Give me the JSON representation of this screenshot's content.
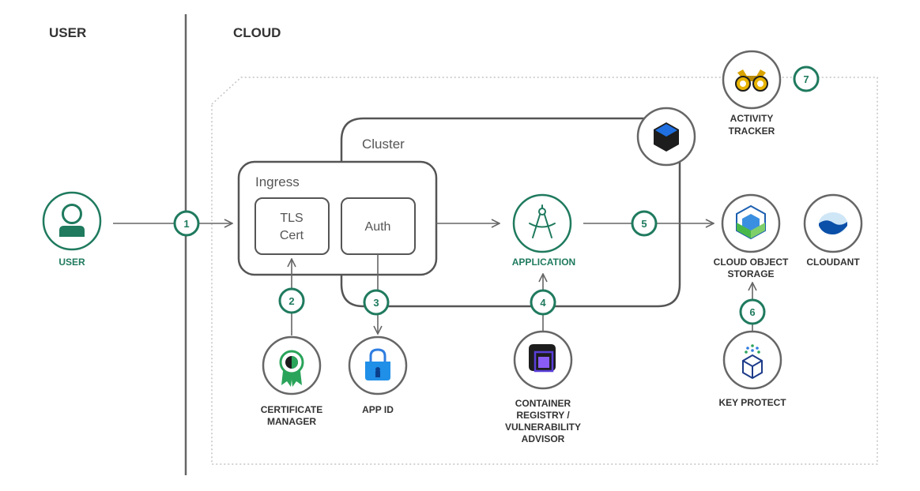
{
  "colors": {
    "accent": "#1f7a5e",
    "line": "#666666",
    "box": "#555555",
    "dotted": "#c4c4c4",
    "text": "#333333"
  },
  "zones": {
    "user_title": "USER",
    "cloud_title": "CLOUD"
  },
  "cluster": {
    "label": "Cluster",
    "icon": "kubernetes-cube-icon"
  },
  "ingress": {
    "label": "Ingress",
    "tls_line1": "TLS",
    "tls_line2": "Cert",
    "auth": "Auth"
  },
  "nodes": {
    "user": {
      "label": "USER",
      "icon": "user-icon"
    },
    "application": {
      "label": "APPLICATION",
      "icon": "compass-icon"
    },
    "activity_tracker": {
      "line1": "ACTIVITY",
      "line2": "TRACKER",
      "icon": "binoculars-icon"
    },
    "cloud_object_storage": {
      "line1": "CLOUD OBJECT",
      "line2": "STORAGE",
      "icon": "object-storage-icon"
    },
    "cloudant": {
      "label": "CLOUDANT",
      "icon": "cloudant-icon"
    },
    "certificate_manager": {
      "line1": "CERTIFICATE",
      "line2": "MANAGER",
      "icon": "certificate-icon"
    },
    "app_id": {
      "label": "APP ID",
      "icon": "padlock-icon"
    },
    "container_registry": {
      "line1": "CONTAINER",
      "line2": "REGISTRY /",
      "line3": "VULNERABILITY",
      "line4": "ADVISOR",
      "icon": "container-registry-icon"
    },
    "key_protect": {
      "label": "KEY PROTECT",
      "icon": "key-protect-icon"
    }
  },
  "steps": [
    "1",
    "2",
    "3",
    "4",
    "5",
    "6",
    "7"
  ]
}
